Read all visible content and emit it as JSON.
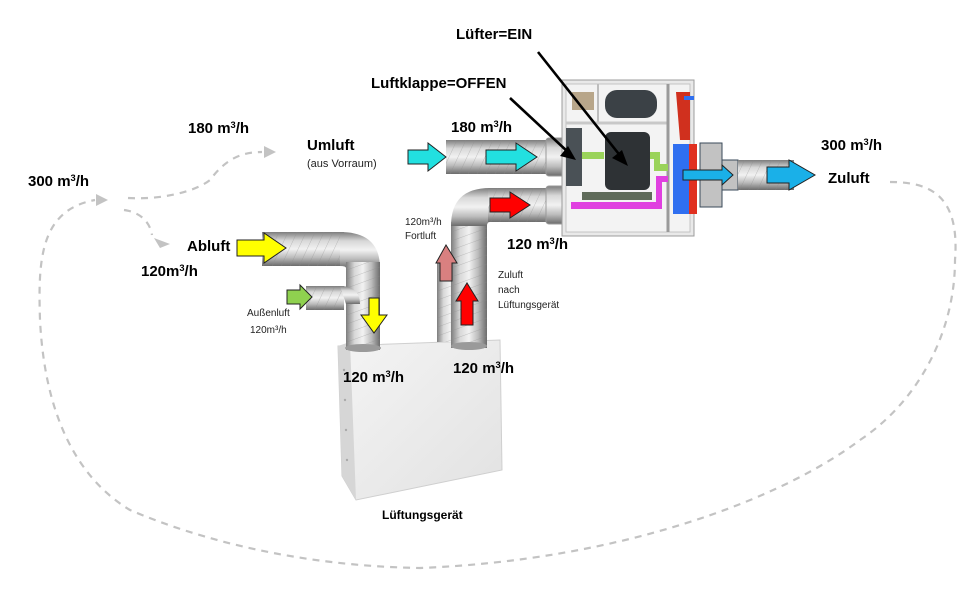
{
  "title": "Lüftungsschema Umluft / Zuluft",
  "colors": {
    "umluft_arrow": "#22e0e0",
    "zuluft_arrow": "#1ab0e8",
    "abluft_arrow": "#ffff00",
    "aussenluft_arrow": "#8fd14f",
    "zuluft_nach_geraet_arrow": "#ff0000",
    "fortluft_arrow": "#d98080",
    "flow_path": "#c0c0c0",
    "green_duct": "#9ad35a",
    "magenta_duct": "#e040e0",
    "heat_exchanger_blue": "#2f6ff0",
    "heat_exchanger_red": "#e03020"
  },
  "labels": {
    "luefter": "Lüfter=EIN",
    "luftklappe": "Luftklappe=OFFEN",
    "flow_300_left": {
      "value": "300 m",
      "unit_sup": "3",
      "unit_tail": "/h"
    },
    "flow_180_upper": {
      "value": "180 m",
      "unit_sup": "3",
      "unit_tail": "/h"
    },
    "umluft": "Umluft",
    "umluft_sub": "(aus Vorraum)",
    "flow_180_duct": {
      "value": "180 m",
      "unit_sup": "3",
      "unit_tail": "/h"
    },
    "flow_300_right": {
      "value": "300 m",
      "unit_sup": "3",
      "unit_tail": "/h"
    },
    "zuluft": "Zuluft",
    "abluft": "Abluft",
    "flow_120_abluft": {
      "value": "120m",
      "unit_sup": "3",
      "unit_tail": "/h"
    },
    "fortluft_line1": "120m³/h",
    "fortluft_line2": "Fortluft",
    "flow_120_duct_right": {
      "value": "120 m",
      "unit_sup": "3",
      "unit_tail": "/h"
    },
    "zuluft_nach_1": "Zuluft",
    "zuluft_nach_2": "nach",
    "zuluft_nach_3": "Lüftungsgerät",
    "aussenluft_line1": "Außenluft",
    "aussenluft_line2": "120m³/h",
    "flow_120_box_left": {
      "value": "120 m",
      "unit_sup": "3",
      "unit_tail": "/h"
    },
    "flow_120_box_right": {
      "value": "120 m",
      "unit_sup": "3",
      "unit_tail": "/h"
    },
    "lueftungsgeraet": "Lüftungsgerät"
  },
  "components": {
    "ventilation_unit": "Lüftungsgerät",
    "recirculation_unit_state": {
      "fan": "EIN",
      "damper": "OFFEN"
    }
  }
}
